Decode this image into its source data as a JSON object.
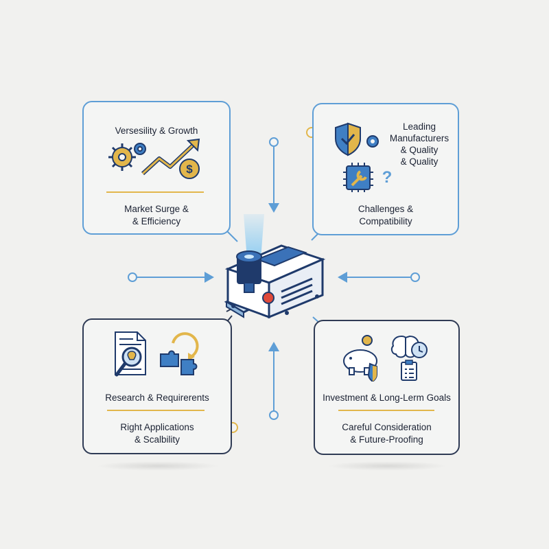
{
  "panels": {
    "top_left": {
      "title": "Versesility & Growth",
      "subtitle_1": "Market Surge &",
      "subtitle_2": "& Efficiency"
    },
    "top_right": {
      "title_1": "Leading",
      "title_2": "Manufacturers",
      "title_3": "& Quality",
      "title_4": "& Quality",
      "subtitle_1": "Challenges &",
      "subtitle_2": "Compatibility"
    },
    "bottom_left": {
      "title": "Research & Requirerents",
      "subtitle_1": "Right Applications",
      "subtitle_2": "& Scalbility"
    },
    "bottom_right": {
      "title": "Investment & Long-Lerm Goals",
      "subtitle_1": "Careful Consideration",
      "subtitle_2": "& Future-Proofing"
    }
  },
  "colors": {
    "blue_border": "#5e9ed6",
    "dark_border": "#2f3b55",
    "accent_gold": "#e2b64b",
    "icon_blue": "#3f7fc4",
    "machine_navy": "#1f3a6b",
    "laser_red": "#e04a3a"
  },
  "icons": [
    "gears-icon",
    "growth-arrow-icon",
    "dollar-coin-icon",
    "shield-check-icon",
    "chip-wrench-icon",
    "question-mark-icon",
    "document-lightbulb-icon",
    "puzzle-cycle-icon",
    "piggy-bank-icon",
    "brain-clock-icon",
    "checklist-icon",
    "laser-engraver-icon"
  ]
}
